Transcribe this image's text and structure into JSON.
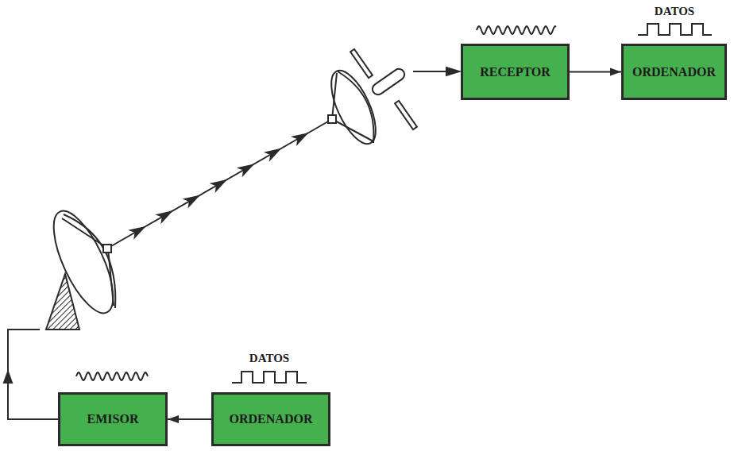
{
  "diagram": {
    "nodes": [
      {
        "text": [
          "RECEPTOR"
        ]
      },
      {
        "text": [
          "ORDENADOR"
        ]
      },
      {
        "text": [
          "EMISOR"
        ]
      },
      {
        "text": [
          "ORDENADOR"
        ]
      }
    ],
    "edges": [
      {
        "from": 0,
        "to": 1,
        "arrow": "to"
      },
      {
        "from": 3,
        "to": 2,
        "arrow": "to"
      }
    ],
    "labels": [
      "DATOS",
      "DATOS"
    ]
  }
}
